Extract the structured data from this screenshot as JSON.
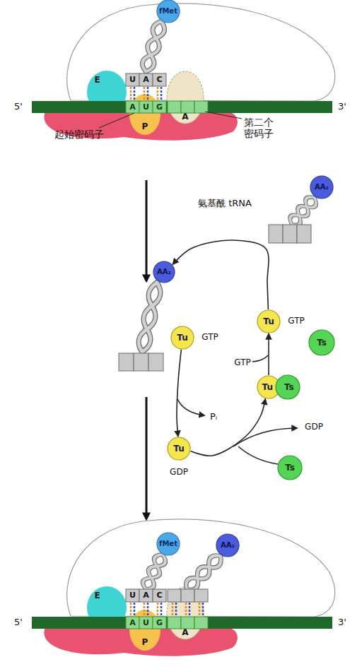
{
  "diagram": {
    "nodes": [
      {
        "text": [
          "fMet"
        ]
      },
      {
        "text": [
          "E"
        ]
      },
      {
        "text": [
          "P"
        ]
      },
      {
        "text": [
          "A"
        ]
      },
      {
        "text": [
          "AA₂"
        ]
      },
      {
        "text": [
          "AA₂"
        ]
      },
      {
        "text": [
          "Tu"
        ]
      },
      {
        "text": [
          "Tu"
        ]
      },
      {
        "text": [
          "Ts"
        ]
      },
      {
        "text": [
          "Tu"
        ]
      },
      {
        "text": [
          "Ts"
        ]
      },
      {
        "text": [
          "Tu"
        ]
      },
      {
        "text": [
          "Ts"
        ]
      },
      {
        "text": [
          "fMet"
        ]
      },
      {
        "text": [
          "AA₂"
        ]
      },
      {
        "text": [
          "E"
        ]
      },
      {
        "text": [
          "P"
        ]
      },
      {
        "text": [
          "A"
        ]
      }
    ],
    "edges": [
      {
        "from": 6,
        "to": 5,
        "arrow": "to"
      },
      {
        "from": 7,
        "to": 11,
        "arrow": "to"
      },
      {
        "from": 11,
        "to": 9,
        "arrow": "to"
      },
      {
        "from": 9,
        "to": 6,
        "arrow": "to"
      }
    ],
    "labels": [
      "5'",
      "3'",
      "U",
      "A",
      "C",
      "A",
      "U",
      "G",
      "起始密码子",
      "第二个密码子",
      "氨基酰 tRNA",
      "GTP",
      "GTP",
      "GTP",
      "Pᵢ",
      "GDP",
      "GDP",
      "U",
      "A",
      "C",
      "A",
      "U",
      "G",
      "5'",
      "3'"
    ]
  }
}
